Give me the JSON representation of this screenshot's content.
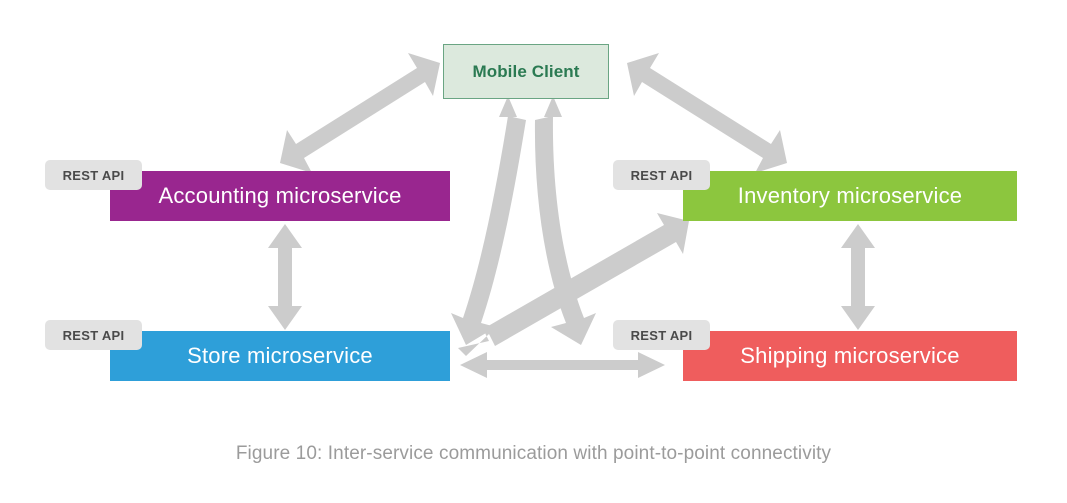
{
  "figure": {
    "caption": "Figure 10: Inter-service communication with point-to-point connectivity",
    "caption_color": "#9b9b9b",
    "background_color": "#ffffff",
    "arrow_color": "#cccccc"
  },
  "client": {
    "label": "Mobile Client",
    "fill_color": "#dce9dd",
    "border_color": "#6aa583",
    "text_color": "#2b7a52"
  },
  "tags": {
    "accounting": "REST API",
    "inventory": "REST API",
    "store": "REST API",
    "shipping": "REST API",
    "fill_color": "#e2e2e2",
    "text_color": "#4a4a4a"
  },
  "services": [
    {
      "key": "accounting",
      "label": "Accounting microservice",
      "color": "#99268f",
      "text_color": "#ffffff"
    },
    {
      "key": "inventory",
      "label": "Inventory microservice",
      "color": "#8cc63e",
      "text_color": "#ffffff"
    },
    {
      "key": "store",
      "label": "Store microservice",
      "color": "#2e9fd9",
      "text_color": "#ffffff"
    },
    {
      "key": "shipping",
      "label": "Shipping microservice",
      "color": "#ef5d5d",
      "text_color": "#ffffff"
    }
  ],
  "connections": [
    {
      "from": "Mobile Client",
      "to": "Accounting microservice",
      "style": "bidirectional-diagonal"
    },
    {
      "from": "Mobile Client",
      "to": "Inventory microservice",
      "style": "bidirectional-diagonal"
    },
    {
      "from": "Mobile Client",
      "to": "Store microservice",
      "style": "bidirectional-curved"
    },
    {
      "from": "Mobile Client",
      "to": "Shipping microservice",
      "style": "bidirectional-curved"
    },
    {
      "from": "Accounting microservice",
      "to": "Store microservice",
      "style": "bidirectional-vertical"
    },
    {
      "from": "Inventory microservice",
      "to": "Shipping microservice",
      "style": "bidirectional-vertical"
    },
    {
      "from": "Store microservice",
      "to": "Shipping microservice",
      "style": "bidirectional-horizontal"
    },
    {
      "from": "Store microservice",
      "to": "Inventory microservice",
      "style": "bidirectional-diagonal"
    }
  ]
}
